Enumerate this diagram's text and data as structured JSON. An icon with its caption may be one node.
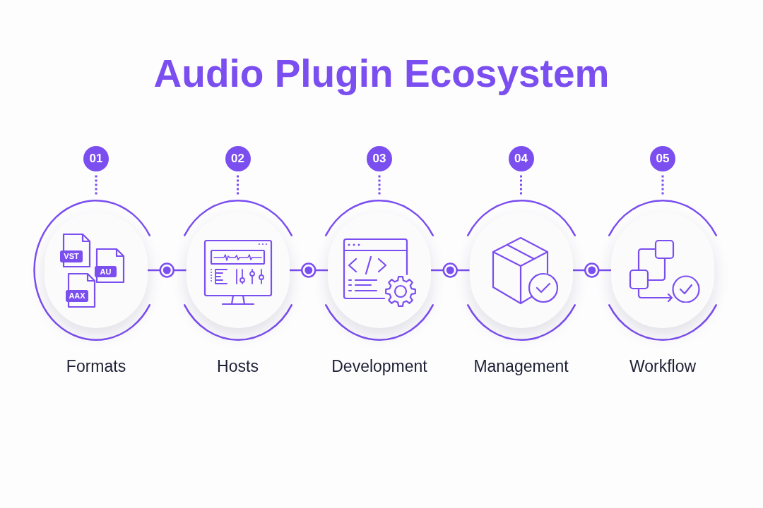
{
  "diagram": {
    "title": "Audio Plugin Ecosystem",
    "nodes": [
      {
        "text": [
          "01"
        ]
      },
      {
        "text": [
          "02"
        ]
      },
      {
        "text": [
          "03"
        ]
      },
      {
        "text": [
          "04"
        ]
      },
      {
        "text": [
          "05"
        ]
      },
      {
        "text": [
          "Formats"
        ]
      },
      {
        "text": [
          "Hosts"
        ]
      },
      {
        "text": [
          "Development"
        ]
      },
      {
        "text": [
          "Management"
        ]
      },
      {
        "text": [
          "Workflow"
        ]
      }
    ],
    "edges": [
      {
        "from": 0,
        "to": 5,
        "arrow": "none",
        "style": "dashed"
      },
      {
        "from": 1,
        "to": 6,
        "arrow": "none",
        "style": "dashed"
      },
      {
        "from": 2,
        "to": 7,
        "arrow": "none",
        "style": "dashed"
      },
      {
        "from": 3,
        "to": 8,
        "arrow": "none",
        "style": "dashed"
      },
      {
        "from": 4,
        "to": 9,
        "arrow": "none",
        "style": "dashed"
      },
      {
        "from": 5,
        "to": 6,
        "arrow": "none"
      },
      {
        "from": 6,
        "to": 7,
        "arrow": "none"
      },
      {
        "from": 7,
        "to": 8,
        "arrow": "none"
      },
      {
        "from": 8,
        "to": 9,
        "arrow": "none"
      }
    ],
    "labels": [
      "VST",
      "AU",
      "AAX"
    ]
  }
}
